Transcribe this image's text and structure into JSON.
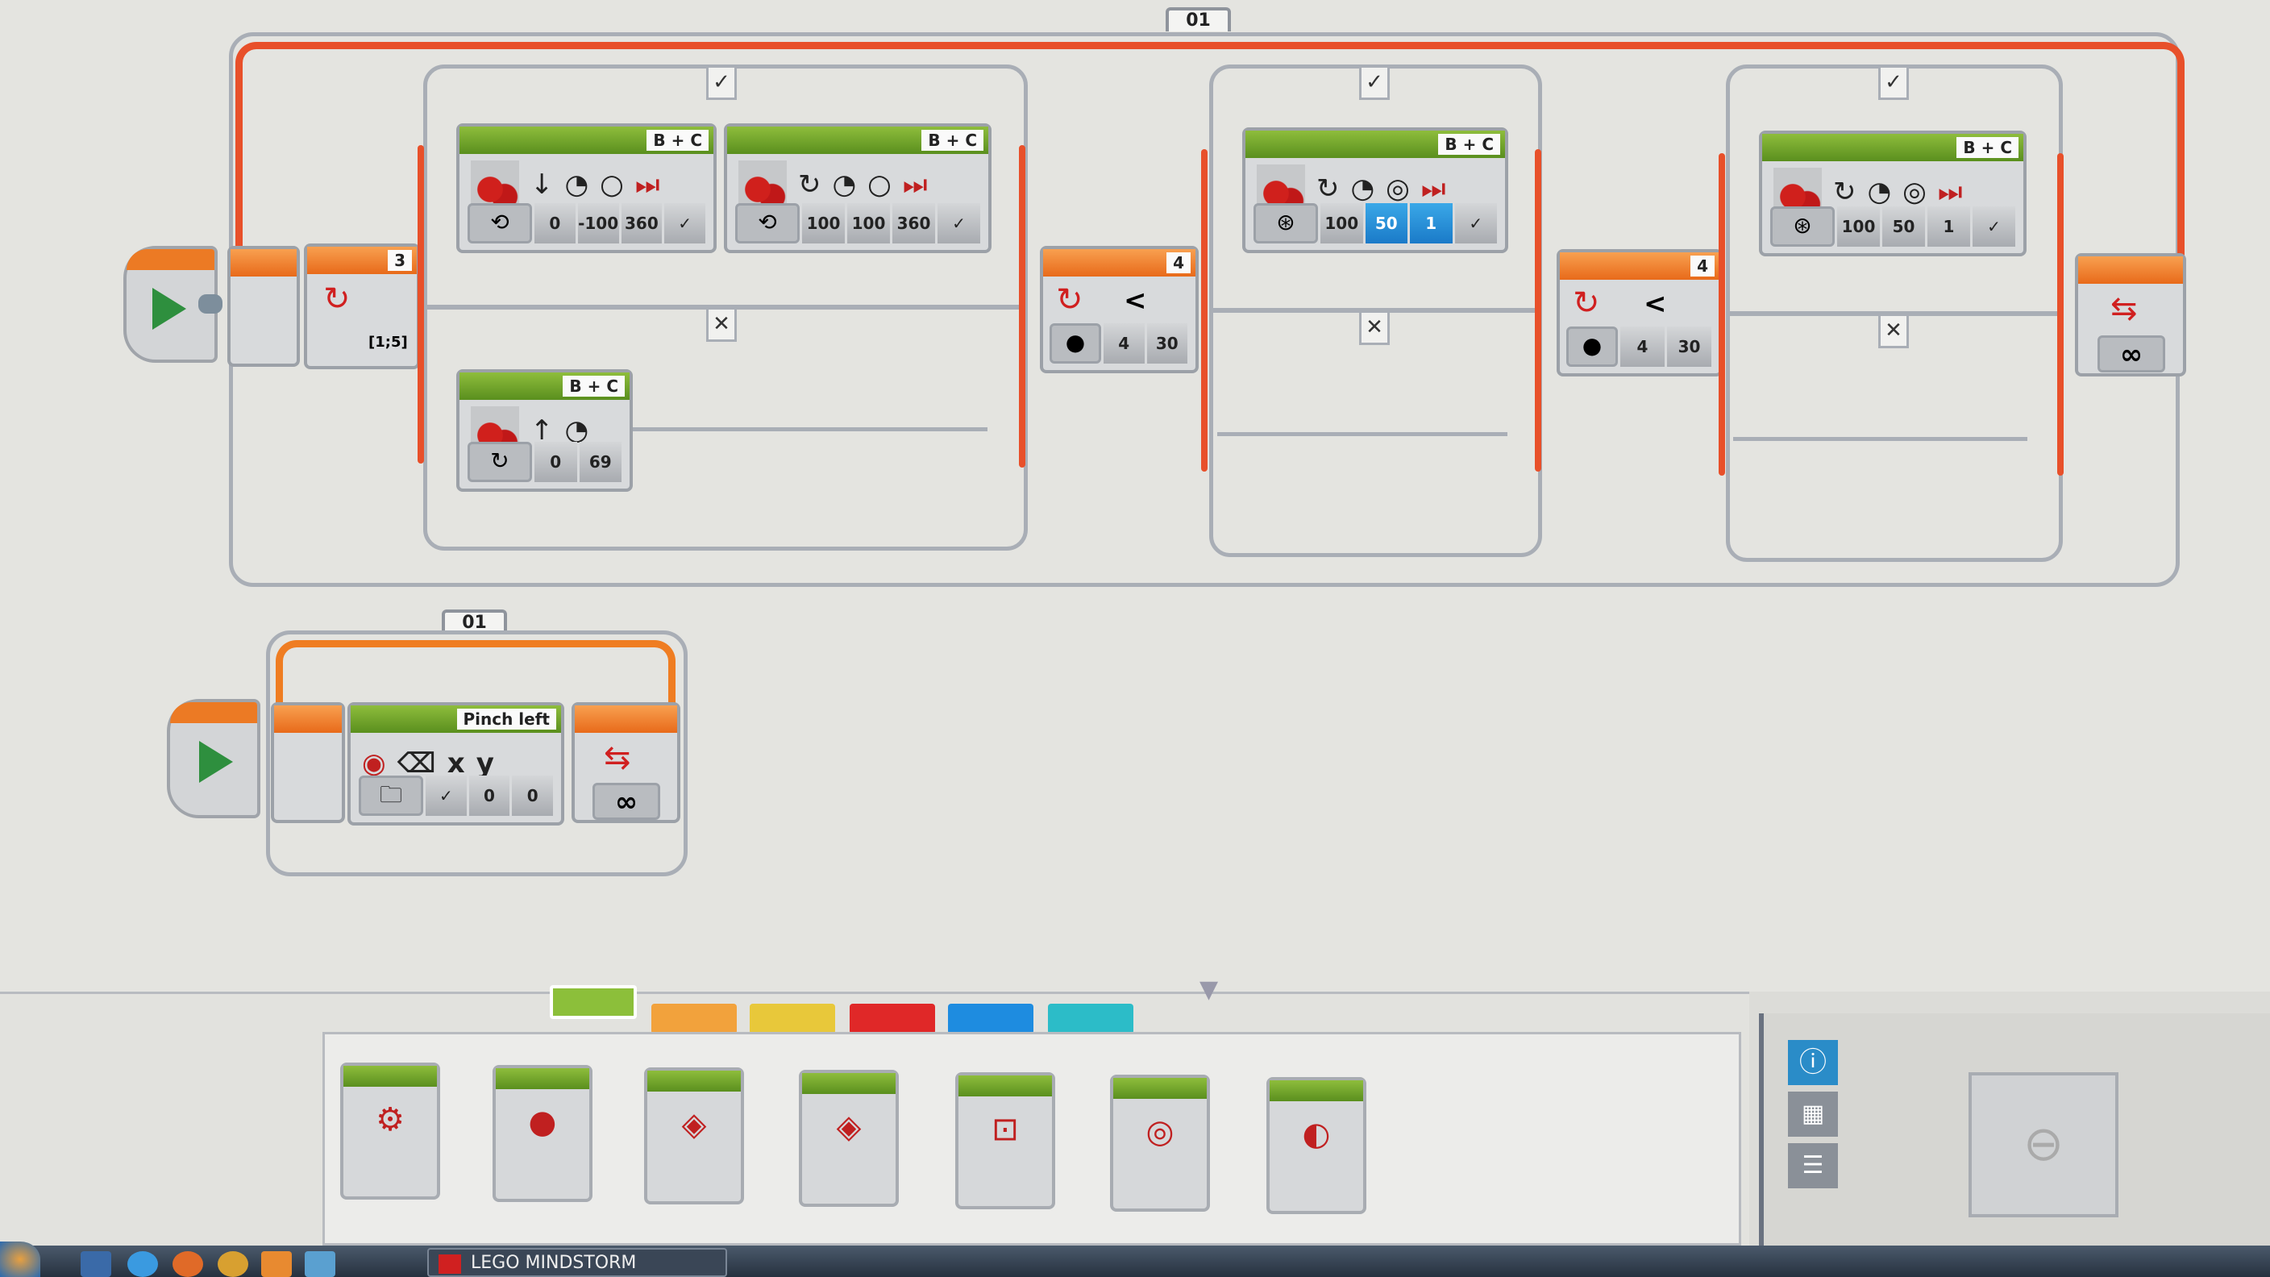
{
  "program1": {
    "loop_label": "01",
    "switch1": {
      "threshold": "3",
      "sensor_value": "[1;5]",
      "true_case": "✓",
      "false_case": "✕",
      "move1": {
        "ports": "B + C",
        "steering": "0",
        "power": "-100",
        "degrees": "360",
        "brake": "✓"
      },
      "move2": {
        "ports": "B + C",
        "steering": "100",
        "power": "100",
        "degrees": "360",
        "brake": "✓"
      },
      "move3": {
        "ports": "B + C",
        "steering": "0",
        "power": "69"
      }
    },
    "switch2": {
      "port": "4",
      "compare": "<",
      "threshold": "30",
      "port_value": "4",
      "true_case": "✓",
      "false_case": "✕",
      "move": {
        "ports": "B + C",
        "power": "100",
        "steering": "50",
        "rotations": "1",
        "brake": "✓"
      }
    },
    "switch3": {
      "port": "4",
      "compare": "<",
      "threshold": "30",
      "port_value": "4",
      "true_case": "✓",
      "false_case": "✕",
      "move": {
        "ports": "B + C",
        "power": "100",
        "steering": "50",
        "rotations": "1",
        "brake": "✓"
      }
    },
    "loop_end": {
      "mode": "∞"
    }
  },
  "program2": {
    "loop_label": "01",
    "display": {
      "title": "Pinch left",
      "clear": "✓",
      "x_label": "x",
      "y_label": "y",
      "x": "0",
      "y": "0"
    },
    "loop_end": {
      "mode": "∞"
    }
  },
  "palette": {
    "tab_colors": [
      "#8cbf3a",
      "#f2a23c",
      "#e8c83a",
      "#e02828",
      "#1e8ce0",
      "#2cbcc8"
    ],
    "blocks": [
      "medium-motor",
      "large-motor",
      "move-steering",
      "move-tank",
      "display",
      "sound",
      "brick-status-light"
    ]
  },
  "taskbar": {
    "app_button": "LEGO MINDSTORM"
  }
}
